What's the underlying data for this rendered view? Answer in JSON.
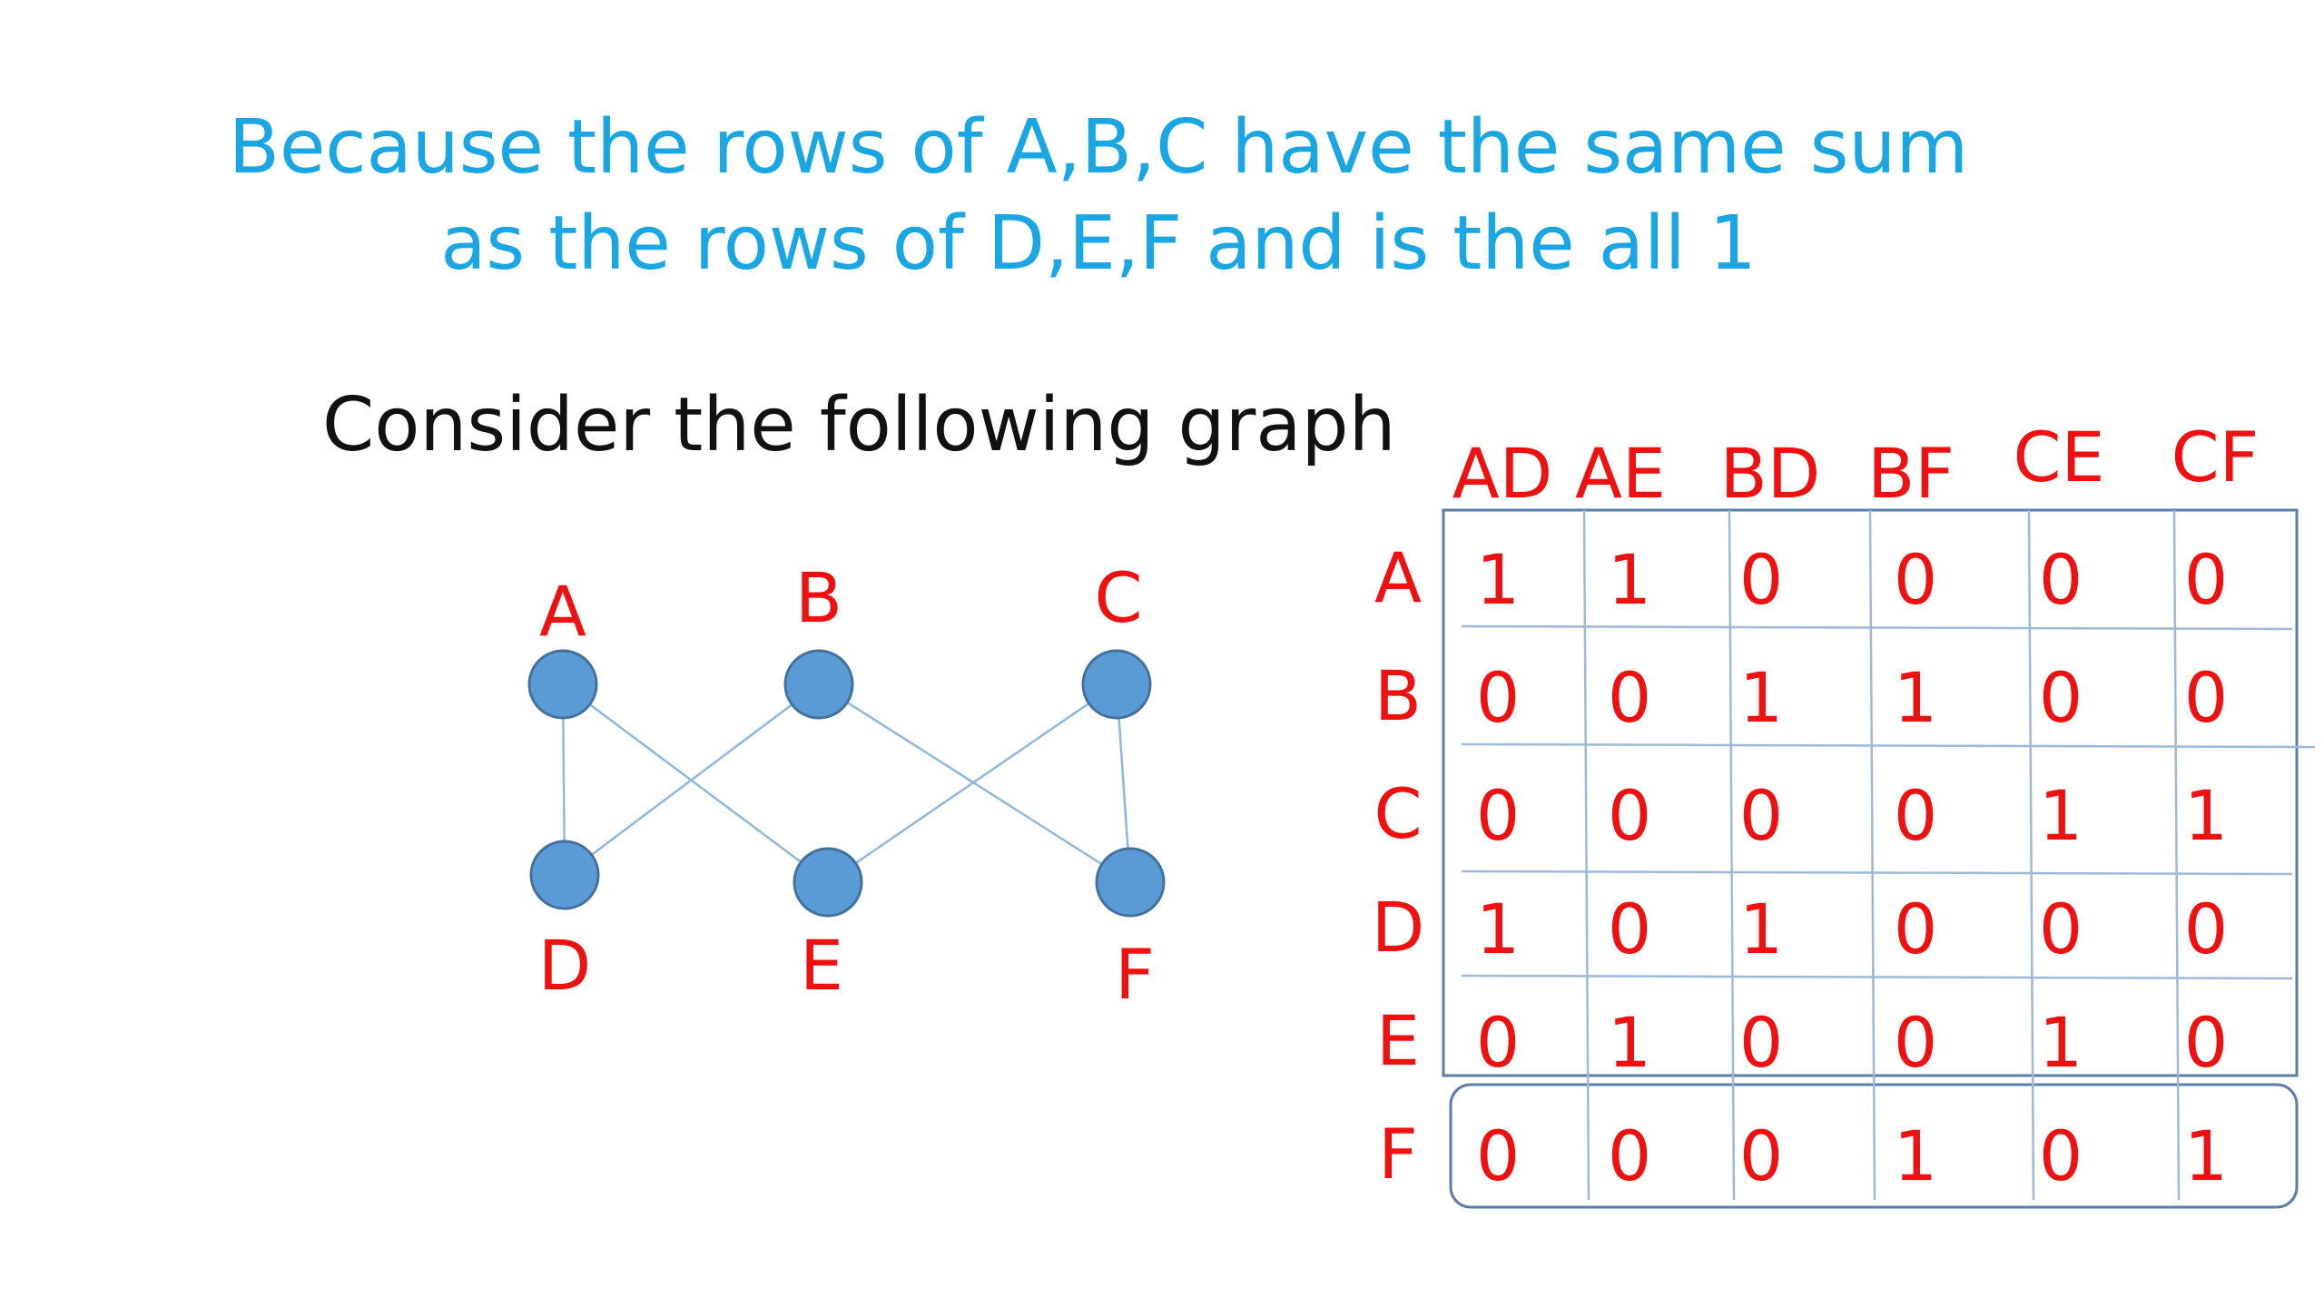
{
  "slide": {
    "headline_lines": [
      "Because the rows of A,B,C have the same sum",
      "as the rows of D,E,F and is the all 1"
    ],
    "subtitle": "Consider the following graph"
  },
  "graph": {
    "nodes": [
      {
        "id": "A",
        "label": "A"
      },
      {
        "id": "B",
        "label": "B"
      },
      {
        "id": "C",
        "label": "C"
      },
      {
        "id": "D",
        "label": "D"
      },
      {
        "id": "E",
        "label": "E"
      },
      {
        "id": "F",
        "label": "F"
      }
    ],
    "edges": [
      [
        "A",
        "D"
      ],
      [
        "A",
        "E"
      ],
      [
        "B",
        "D"
      ],
      [
        "B",
        "F"
      ],
      [
        "C",
        "E"
      ],
      [
        "C",
        "F"
      ]
    ],
    "node_color": "#5b9bd5",
    "edge_color": "#8fb8de",
    "label_color": "#ee1111"
  },
  "matrix": {
    "column_headers": [
      "AD",
      "AE",
      "BD",
      "BF",
      "CE",
      "CF"
    ],
    "row_headers": [
      "A",
      "B",
      "C",
      "D",
      "E",
      "F"
    ],
    "values": [
      [
        1,
        1,
        0,
        0,
        0,
        0
      ],
      [
        0,
        0,
        1,
        1,
        0,
        0
      ],
      [
        0,
        0,
        0,
        0,
        1,
        1
      ],
      [
        1,
        0,
        1,
        0,
        0,
        0
      ],
      [
        0,
        1,
        0,
        0,
        1,
        0
      ],
      [
        0,
        0,
        0,
        1,
        0,
        1
      ]
    ],
    "highlighted_row": "F",
    "text_color": "#ee1111",
    "grid_color": "#9db9d6",
    "frame_color": "#5a7ea8"
  }
}
